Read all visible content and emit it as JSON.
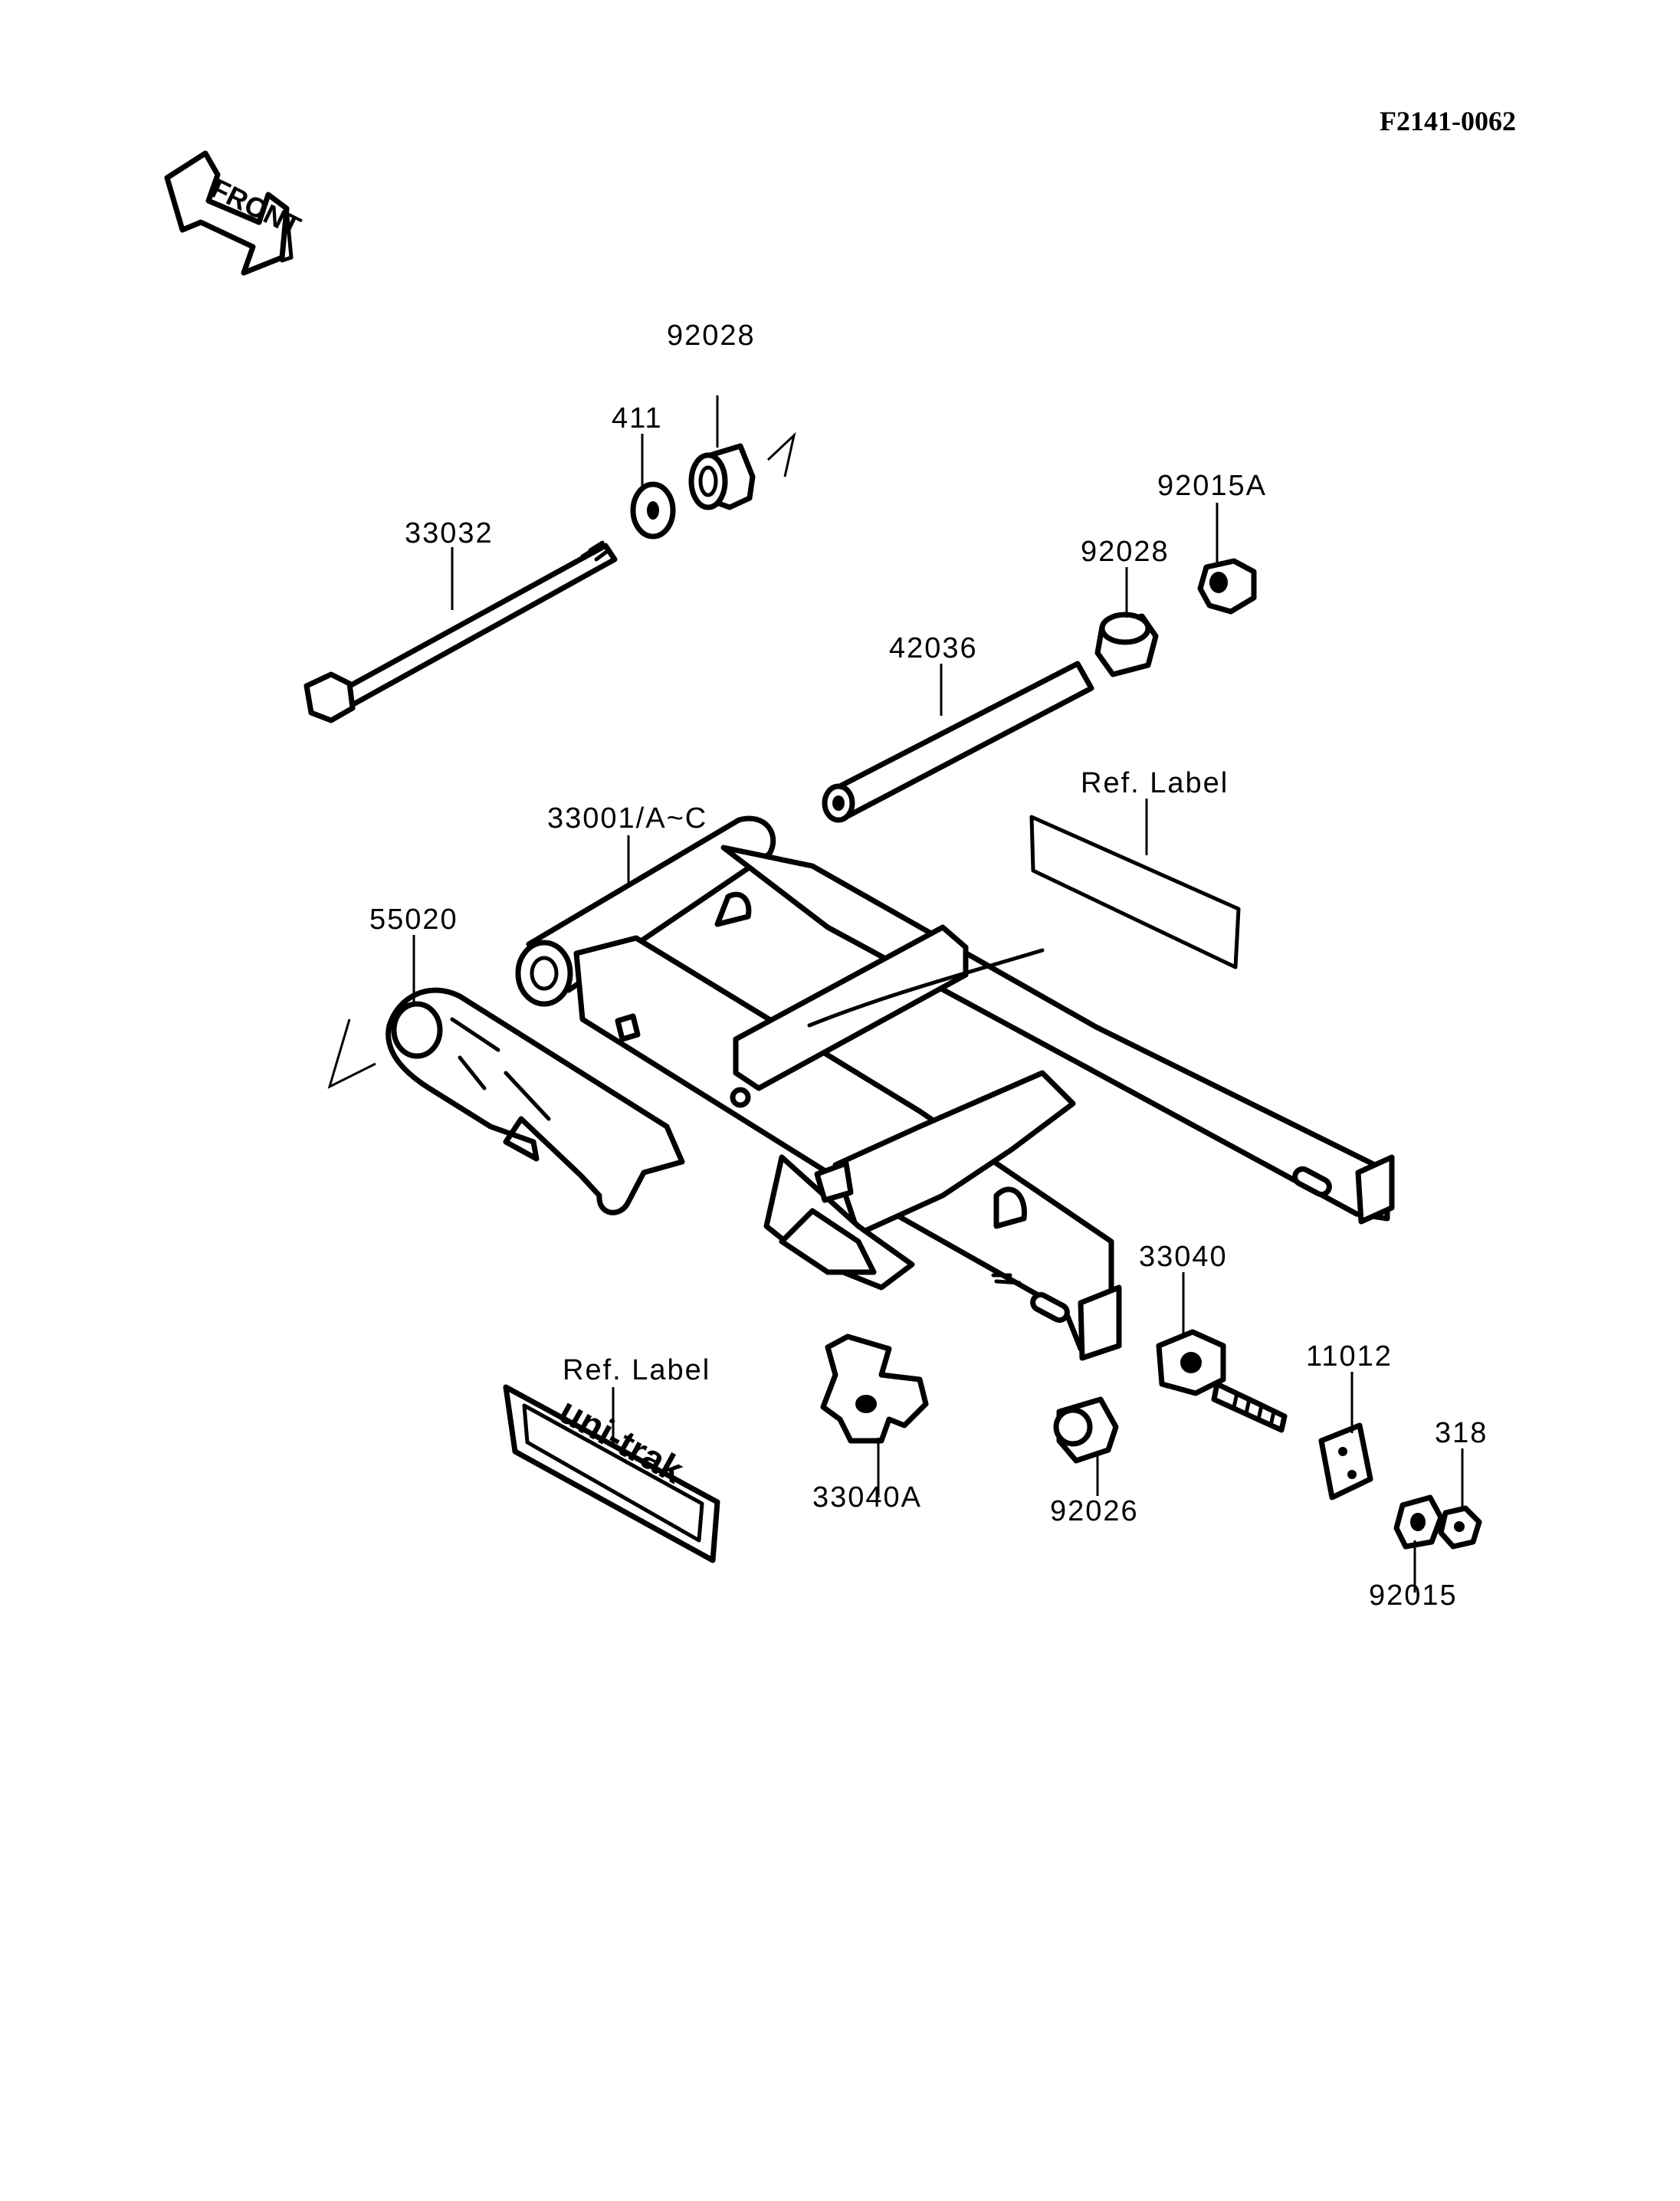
{
  "diagram_code": "F2141-0062",
  "front_arrow": {
    "text": "FRONT",
    "icon": "front-direction-arrow-icon"
  },
  "callouts": {
    "p92028_top": "92028",
    "p411": "411",
    "p33032": "33032",
    "p92015A": "92015A",
    "p92028_right": "92028",
    "p42036": "42036",
    "ref_label_top": "Ref. Label",
    "p33001": "33001/A~C",
    "p55020": "55020",
    "p33040": "33040",
    "p11012": "11012",
    "p318": "318",
    "ref_label_bottom": "Ref. Label",
    "p33040A": "33040A",
    "p92026": "92026",
    "p92015": "92015"
  },
  "uni_trak_label": "uni-trak"
}
